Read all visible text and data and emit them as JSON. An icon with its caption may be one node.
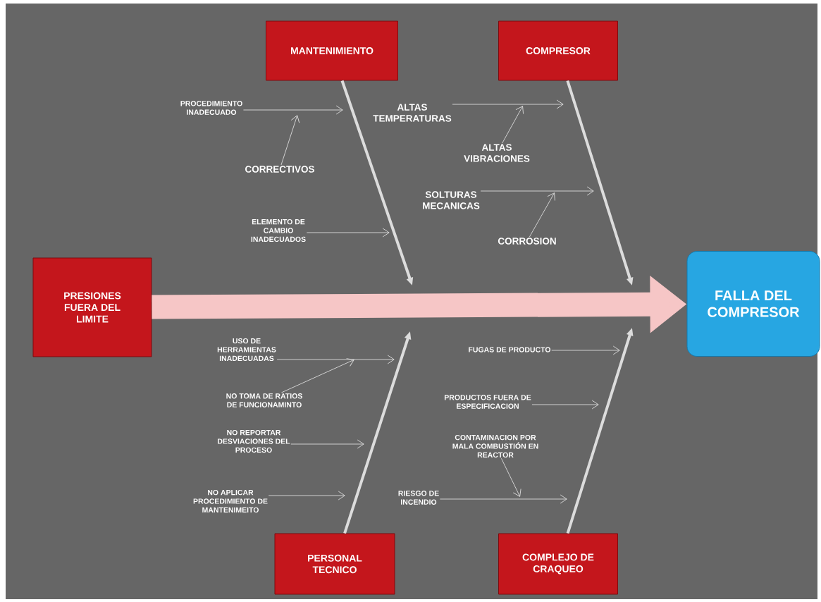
{
  "diagram": {
    "nodes": [
      {
        "text": [
          "PRESIONES FUERA DEL LIMITE"
        ]
      },
      {
        "text": [
          "MANTENIMIENTO"
        ]
      },
      {
        "text": [
          "COMPRESOR"
        ]
      },
      {
        "text": [
          "FALLA DEL COMPRESOR"
        ]
      },
      {
        "text": [
          "PROCEDIMIENTO INADECUADO"
        ]
      },
      {
        "text": [
          "CORRECTIVOS"
        ]
      },
      {
        "text": [
          "ELEMENTO DE CAMBIO INADECUADOS"
        ]
      },
      {
        "text": [
          "ALTAS TEMPERATURAS"
        ]
      },
      {
        "text": [
          "ALTAS VIBRACIONES"
        ]
      },
      {
        "text": [
          "SOLTURAS MECANICAS"
        ]
      },
      {
        "text": [
          "CORROSION"
        ]
      },
      {
        "text": [
          "USO DE HERRAMIENTAS INADECUADAS"
        ]
      },
      {
        "text": [
          "NO TOMA DE RATIOS DE FUNCIONAMINTO"
        ]
      },
      {
        "text": [
          "NO REPORTAR DESVIACIONES DEL PROCESO"
        ]
      },
      {
        "text": [
          "NO APLICAR PROCEDIMIENTO DE MANTENIMEITO"
        ]
      },
      {
        "text": [
          "PERSONAL TECNICO"
        ]
      },
      {
        "text": [
          "FUGAS DE PRODUCTO"
        ]
      },
      {
        "text": [
          "PRODUCTOS FUERA DE ESPECIFICACION"
        ]
      },
      {
        "text": [
          "CONTAMINACION POR MALA COMBUSTIÓN EN REACTOR"
        ]
      },
      {
        "text": [
          "RIESGO DE INCENDIO"
        ]
      },
      {
        "text": [
          "COMPLEJO DE CRAQUEO"
        ]
      }
    ],
    "edges": [
      {
        "from": 0,
        "to": 3,
        "arrow": "to",
        "style": "thick",
        "color": "#f6c6c6"
      },
      {
        "from": 1,
        "to": null,
        "arrow": "to",
        "style": "thick"
      },
      {
        "from": 2,
        "to": null,
        "arrow": "to",
        "style": "thick"
      },
      {
        "from": 15,
        "to": null,
        "arrow": "to",
        "style": "thick"
      },
      {
        "from": 20,
        "to": null,
        "arrow": "to",
        "style": "thick"
      },
      {
        "from": 4,
        "to": null,
        "arrow": "to"
      },
      {
        "from": 5,
        "to": null,
        "arrow": "to"
      },
      {
        "from": 6,
        "to": null,
        "arrow": "to"
      },
      {
        "from": 7,
        "to": null,
        "arrow": "to"
      },
      {
        "from": 8,
        "to": null,
        "arrow": "to"
      },
      {
        "from": 9,
        "to": null,
        "arrow": "to"
      },
      {
        "from": 10,
        "to": null,
        "arrow": "to"
      },
      {
        "from": 11,
        "to": null,
        "arrow": "to"
      },
      {
        "from": 12,
        "to": null,
        "arrow": "to"
      },
      {
        "from": 13,
        "to": null,
        "arrow": "to"
      },
      {
        "from": 14,
        "to": null,
        "arrow": "to"
      },
      {
        "from": 16,
        "to": null,
        "arrow": "to"
      },
      {
        "from": 17,
        "to": null,
        "arrow": "to"
      },
      {
        "from": 18,
        "to": null,
        "arrow": "to"
      },
      {
        "from": 19,
        "to": null,
        "arrow": "to"
      }
    ]
  }
}
